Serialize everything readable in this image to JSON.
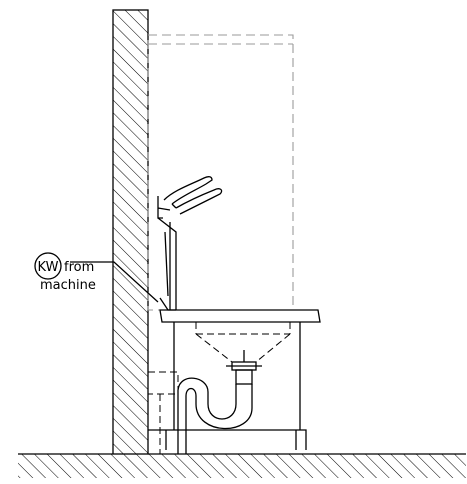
{
  "callout": {
    "symbol": "KW",
    "line1": "from",
    "line2": "machine"
  },
  "colors": {
    "line": "#000000",
    "ghost": "#9a9a9a",
    "background": "#ffffff"
  }
}
